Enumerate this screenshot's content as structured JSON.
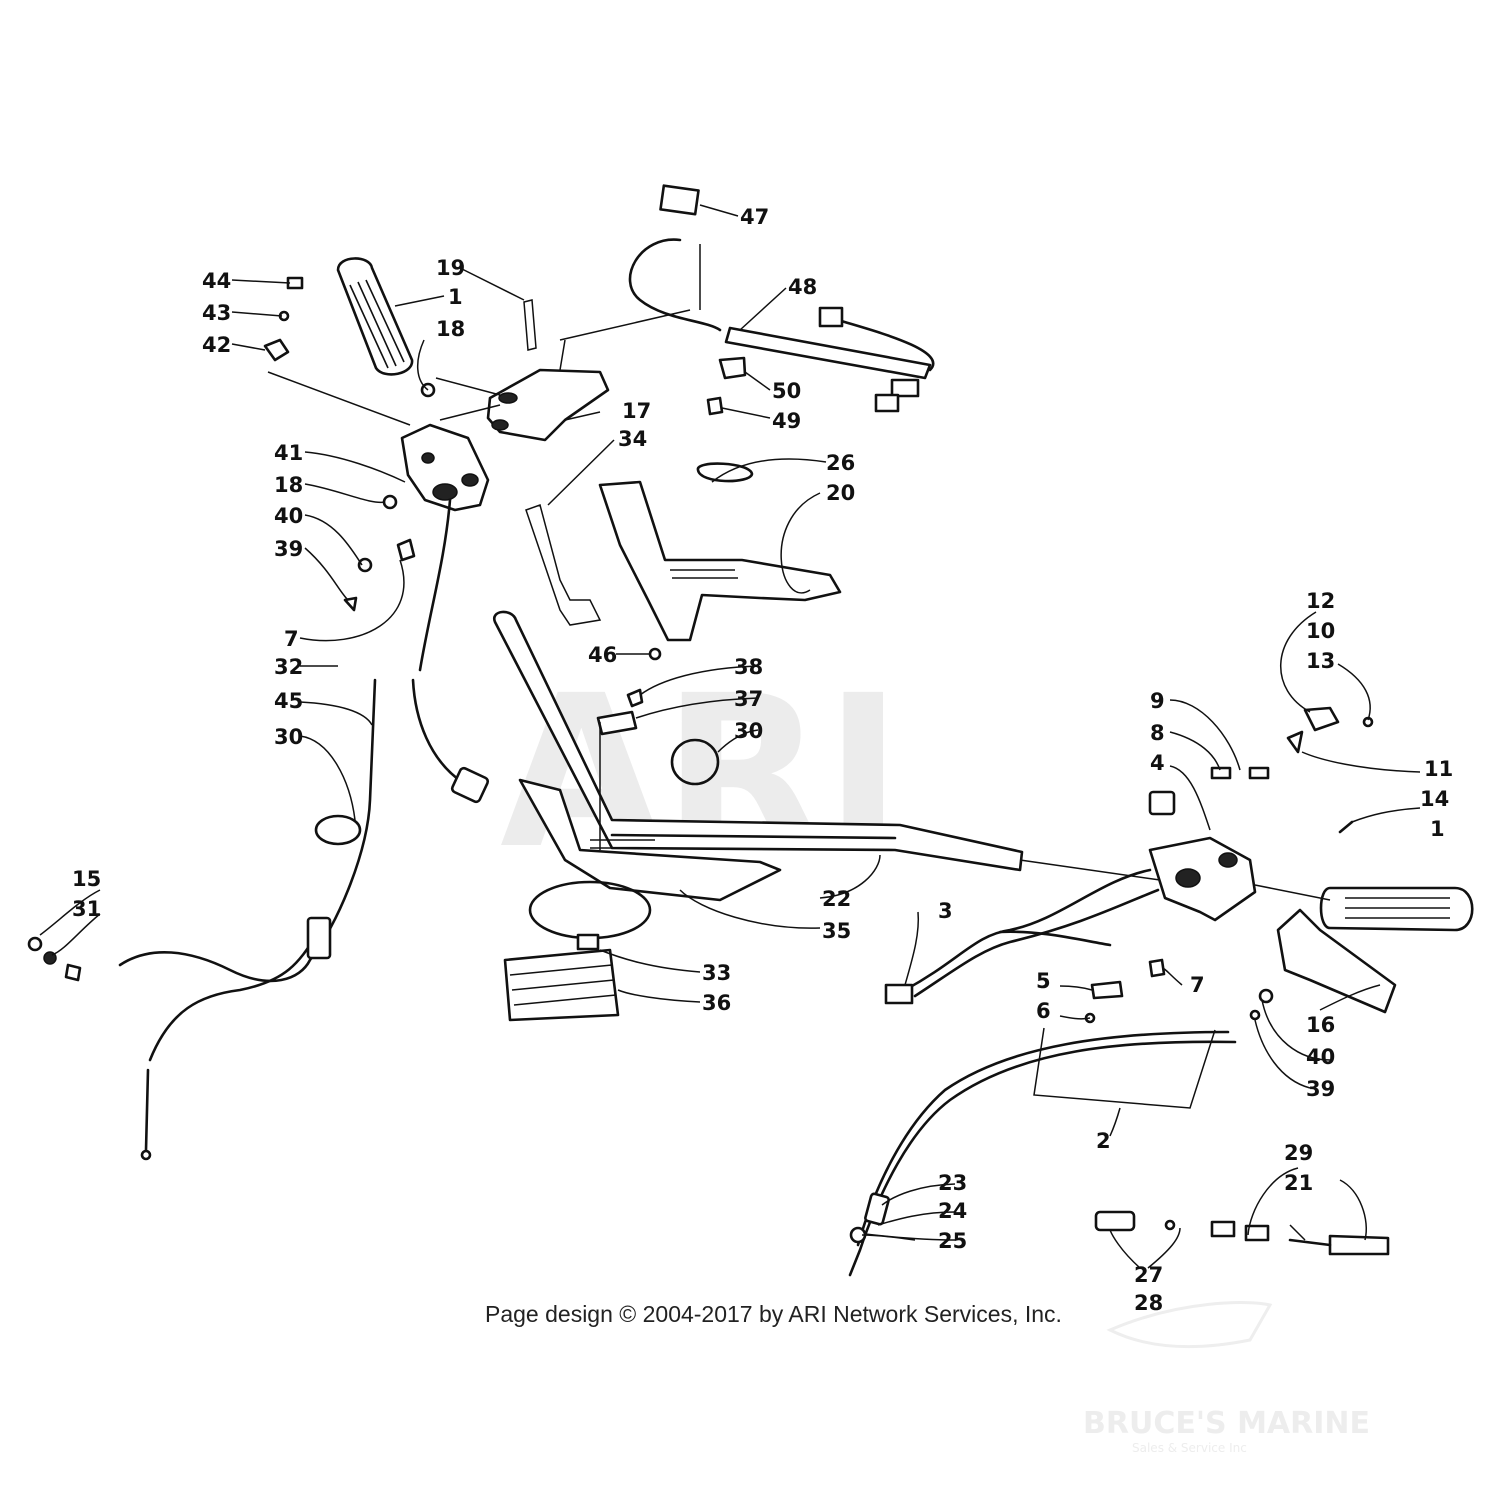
{
  "watermark": {
    "text": "ARI"
  },
  "footer": {
    "text": "Page design © 2004-2017 by ARI Network Services, Inc."
  },
  "brand": {
    "name": "BRUCE'S MARINE",
    "tagline": "Sales & Service Inc"
  },
  "callouts": [
    {
      "id": "c1",
      "text": "44"
    },
    {
      "id": "c2",
      "text": "43"
    },
    {
      "id": "c3",
      "text": "42"
    },
    {
      "id": "c4",
      "text": "1"
    },
    {
      "id": "c5",
      "text": "19"
    },
    {
      "id": "c6",
      "text": "18"
    },
    {
      "id": "c7",
      "text": "47"
    },
    {
      "id": "c8",
      "text": "48"
    },
    {
      "id": "c9",
      "text": "50"
    },
    {
      "id": "c10",
      "text": "49"
    },
    {
      "id": "c11",
      "text": "17"
    },
    {
      "id": "c12",
      "text": "34"
    },
    {
      "id": "c13",
      "text": "41"
    },
    {
      "id": "c14",
      "text": "18"
    },
    {
      "id": "c15",
      "text": "40"
    },
    {
      "id": "c16",
      "text": "39"
    },
    {
      "id": "c17",
      "text": "26"
    },
    {
      "id": "c18",
      "text": "20"
    },
    {
      "id": "c19",
      "text": "7"
    },
    {
      "id": "c20",
      "text": "32"
    },
    {
      "id": "c21",
      "text": "45"
    },
    {
      "id": "c22",
      "text": "30"
    },
    {
      "id": "c23",
      "text": "46"
    },
    {
      "id": "c24",
      "text": "38"
    },
    {
      "id": "c25",
      "text": "37"
    },
    {
      "id": "c26",
      "text": "30"
    },
    {
      "id": "c27",
      "text": "12"
    },
    {
      "id": "c28",
      "text": "10"
    },
    {
      "id": "c29",
      "text": "13"
    },
    {
      "id": "c30",
      "text": "9"
    },
    {
      "id": "c31",
      "text": "8"
    },
    {
      "id": "c32",
      "text": "4"
    },
    {
      "id": "c33",
      "text": "11"
    },
    {
      "id": "c34",
      "text": "14"
    },
    {
      "id": "c35",
      "text": "1"
    },
    {
      "id": "c36",
      "text": "15"
    },
    {
      "id": "c37",
      "text": "31"
    },
    {
      "id": "c38",
      "text": "3"
    },
    {
      "id": "c39",
      "text": "22"
    },
    {
      "id": "c40",
      "text": "35"
    },
    {
      "id": "c41",
      "text": "33"
    },
    {
      "id": "c42",
      "text": "36"
    },
    {
      "id": "c43",
      "text": "5"
    },
    {
      "id": "c44",
      "text": "7"
    },
    {
      "id": "c45",
      "text": "6"
    },
    {
      "id": "c46",
      "text": "16"
    },
    {
      "id": "c47",
      "text": "40"
    },
    {
      "id": "c48",
      "text": "39"
    },
    {
      "id": "c49",
      "text": "2"
    },
    {
      "id": "c50",
      "text": "29"
    },
    {
      "id": "c51",
      "text": "21"
    },
    {
      "id": "c52",
      "text": "23"
    },
    {
      "id": "c53",
      "text": "24"
    },
    {
      "id": "c54",
      "text": "25"
    },
    {
      "id": "c55",
      "text": "27"
    },
    {
      "id": "c56",
      "text": "28"
    }
  ]
}
